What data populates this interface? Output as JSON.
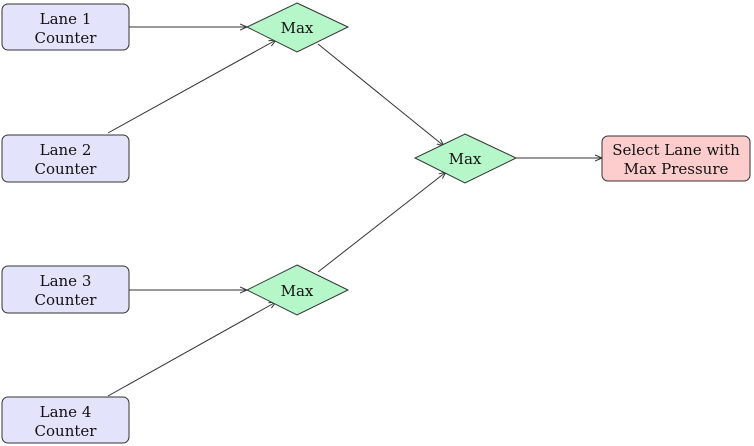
{
  "diagram": {
    "lanes": [
      {
        "line1": "Lane 1",
        "line2": "Counter"
      },
      {
        "line1": "Lane 2",
        "line2": "Counter"
      },
      {
        "line1": "Lane 3",
        "line2": "Counter"
      },
      {
        "line1": "Lane 4",
        "line2": "Counter"
      }
    ],
    "max_nodes": [
      {
        "label": "Max"
      },
      {
        "label": "Max"
      },
      {
        "label": "Max"
      }
    ],
    "output": {
      "line1": "Select Lane with",
      "line2": "Max Pressure"
    }
  },
  "colors": {
    "lane_fill": "#e3e4fb",
    "max_fill": "#b5f7c9",
    "output_fill": "#fdcccc",
    "stroke": "#333333",
    "edge": "#333333"
  }
}
